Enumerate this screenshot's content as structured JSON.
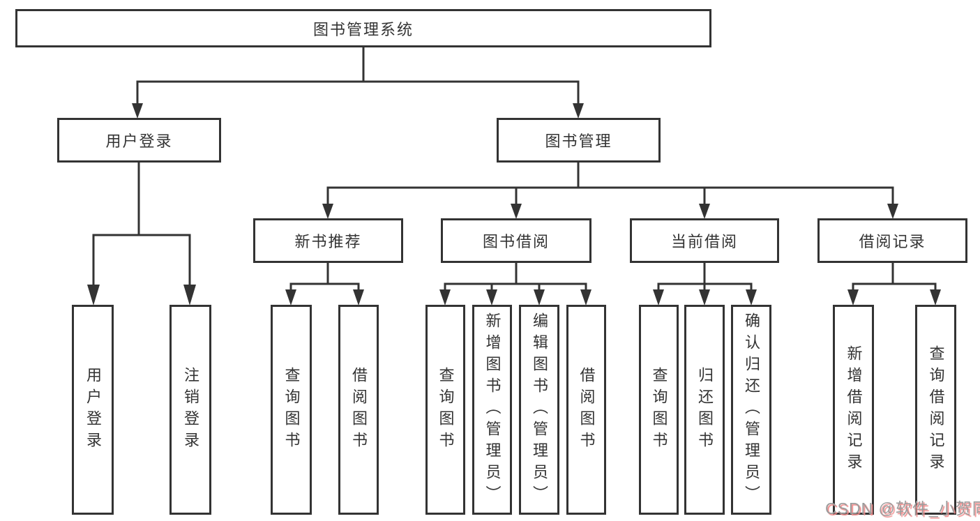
{
  "tree": {
    "root": {
      "label": "图书管理系统"
    },
    "children": [
      {
        "label": "用户登录",
        "children": [
          {
            "label": "用户登录"
          },
          {
            "label": "注销登录"
          }
        ]
      },
      {
        "label": "图书管理",
        "children": [
          {
            "label": "新书推荐",
            "children": [
              {
                "label": "查询图书"
              },
              {
                "label": "借阅图书"
              }
            ]
          },
          {
            "label": "图书借阅",
            "children": [
              {
                "label": "查询图书"
              },
              {
                "label": "新增图书（管理员）"
              },
              {
                "label": "编辑图书（管理员）"
              },
              {
                "label": "借阅图书"
              }
            ]
          },
          {
            "label": "当前借阅",
            "children": [
              {
                "label": "查询图书"
              },
              {
                "label": "归还图书"
              },
              {
                "label": "确认归还（管理员）"
              }
            ]
          },
          {
            "label": "借阅记录",
            "children": [
              {
                "label": "新增借阅记录"
              },
              {
                "label": "查询借阅记录"
              }
            ]
          }
        ]
      }
    ]
  },
  "watermark": {
    "text": "CSDN @软件_小贺同学"
  },
  "colors": {
    "line": "#333333",
    "text": "#333333",
    "background": "#ffffff",
    "watermark": "#9c9c9c",
    "watermark_shadow": "#f08a8a"
  }
}
